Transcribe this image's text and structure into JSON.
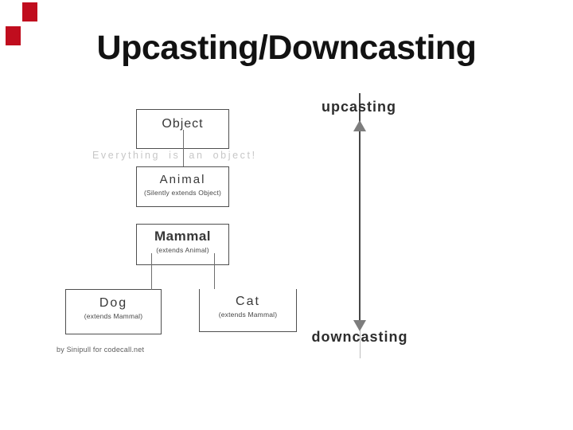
{
  "slide": {
    "title": "Upcasting/Downcasting",
    "attribution": "by Sinipull for codecall.net",
    "accent_color": "#c00d1e"
  },
  "diagram": {
    "watermark": "Everything is an object!",
    "nodes": [
      {
        "label": "Object",
        "sublabel": ""
      },
      {
        "label": "Animal",
        "sublabel": "(Silently extends Object)"
      },
      {
        "label": "Mammal",
        "sublabel": "(extends Animal)"
      },
      {
        "label": "Dog",
        "sublabel": "(extends Mammal)"
      },
      {
        "label": "Cat",
        "sublabel": "(extends Mammal)"
      }
    ],
    "edges": [
      {
        "from": "Object",
        "to": "Animal"
      },
      {
        "from": "Mammal",
        "to": "Dog"
      },
      {
        "from": "Mammal",
        "to": "Cat"
      }
    ],
    "cast_arrow": {
      "up_label": "upcasting",
      "down_label": "downcasting"
    },
    "colors": {
      "arrow_gray": "#7d7d7d",
      "line_dark": "#474747",
      "box_border": "#4f4f4f",
      "watermark_gray": "#c7c7c7"
    }
  }
}
